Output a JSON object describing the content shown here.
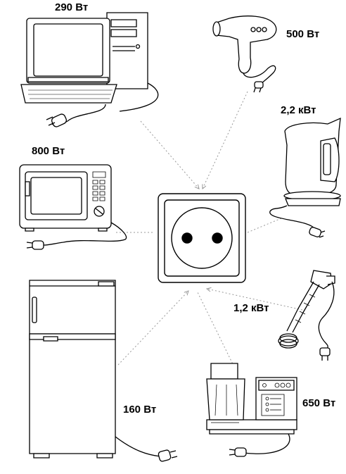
{
  "appliances": [
    {
      "id": "computer",
      "power_label": "290 Вт"
    },
    {
      "id": "hair-dryer",
      "power_label": "500 Вт"
    },
    {
      "id": "kettle",
      "power_label": "2,2 кВт"
    },
    {
      "id": "microwave",
      "power_label": "800 Вт"
    },
    {
      "id": "immersion-heater",
      "power_label": "1,2 кВт"
    },
    {
      "id": "refrigerator",
      "power_label": "160 Вт"
    },
    {
      "id": "tea-maker",
      "power_label": "650 Вт"
    }
  ],
  "colors": {
    "line": "#000000",
    "arrow": "#999999",
    "background": "#ffffff"
  }
}
